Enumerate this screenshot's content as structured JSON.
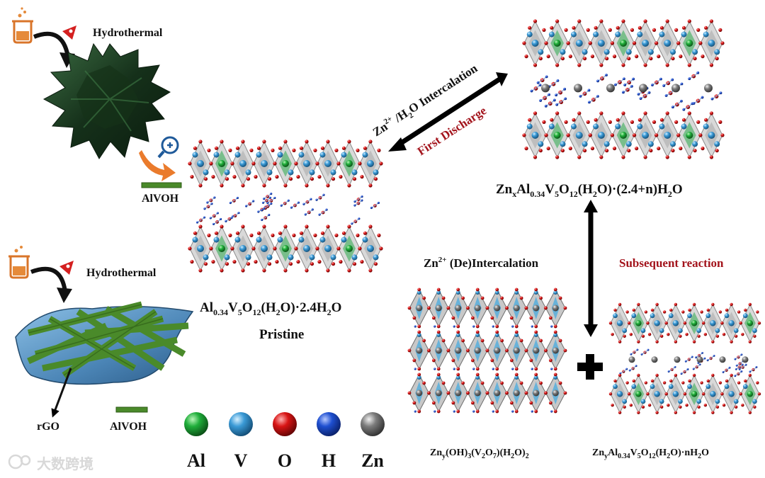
{
  "synthesis": {
    "top_label": "Hydrothermal",
    "top_product": "AlVOH",
    "bottom_label": "Hydrothermal",
    "rgo_label": "rGO",
    "bottom_product": "AlVOH"
  },
  "pristine": {
    "formula": {
      "a": "Al",
      "a_sub": "0.34",
      "b": "V",
      "b_sub": "5",
      "c": "O",
      "c_sub": "12",
      "d": "(H",
      "d_sub": "2",
      "e": "O)·2.4H",
      "e_sub": "2",
      "f": "O"
    },
    "caption": "Pristine"
  },
  "arrow_top": {
    "label": {
      "a": "Zn",
      "sup": "2+",
      "b": " /H",
      "sub": "2",
      "c": "O Intercalation"
    },
    "sub_label": "First Discharge"
  },
  "intercalated": {
    "formula": {
      "a": "Zn",
      "a_sub": "x",
      "b": "Al",
      "b_sub": "0.34",
      "c": "V",
      "c_sub": "5",
      "d": "O",
      "d_sub": "12",
      "e": "(H",
      "e_sub": "2",
      "f": "O)·(2.4+n)H",
      "f_sub": "2",
      "g": "O"
    }
  },
  "deintercalation": {
    "label": {
      "a": "Zn",
      "sup": "2+",
      "b": " (De)Intercalation"
    }
  },
  "subsequent": {
    "label": "Subsequent reaction"
  },
  "product1": {
    "formula": {
      "a": "Zn",
      "a_sub": "y",
      "b": "(OH)",
      "b_sub": "3",
      "c": "(V",
      "c_sub": "2",
      "d": "O",
      "d_sub": "7",
      "e": ")(H",
      "e_sub": "2",
      "f": "O)",
      "f_sub": "2"
    }
  },
  "product2": {
    "formula": {
      "a": "Zn",
      "a_sub": "y",
      "b": "Al",
      "b_sub": "0.34",
      "c": "V",
      "c_sub": "5",
      "d": "O",
      "d_sub": "12",
      "e": "(H",
      "e_sub": "2",
      "f": "O)·nH",
      "f_sub": "2",
      "g": "O"
    }
  },
  "legend": [
    {
      "label": "Al",
      "color": "#1fae3a"
    },
    {
      "label": "V",
      "color": "#3a9ad6"
    },
    {
      "label": "O",
      "color": "#d81414"
    },
    {
      "label": "H",
      "color": "#1e4fd0"
    },
    {
      "label": "Zn",
      "color": "#7c7c7c"
    }
  ],
  "watermark": "大数跨境",
  "colors": {
    "accent_red": "#a3141c",
    "rgo_sheet": "#3a6fa0",
    "nanoflower": "#1c3d22",
    "rod_green": "#4a8a2a"
  }
}
